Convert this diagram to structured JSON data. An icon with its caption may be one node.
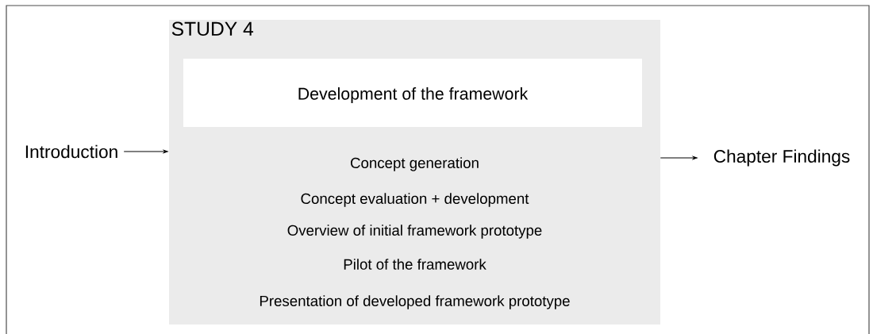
{
  "diagram": {
    "nodes": [
      {
        "text": [
          "Introduction"
        ]
      },
      {
        "text": [
          "STUDY 4",
          "Concept generation",
          "Concept evaluation + development",
          "Overview of initial framework prototype",
          "Pilot of the framework",
          "Presentation of developed framework prototype"
        ]
      },
      {
        "text": [
          "Development of the framework"
        ],
        "in": 1
      },
      {
        "text": [
          "Chapter Findings"
        ]
      }
    ],
    "edges": [
      {
        "from": 0,
        "to": 1,
        "arrow": "to"
      },
      {
        "from": 1,
        "to": 3,
        "arrow": "to"
      }
    ]
  }
}
